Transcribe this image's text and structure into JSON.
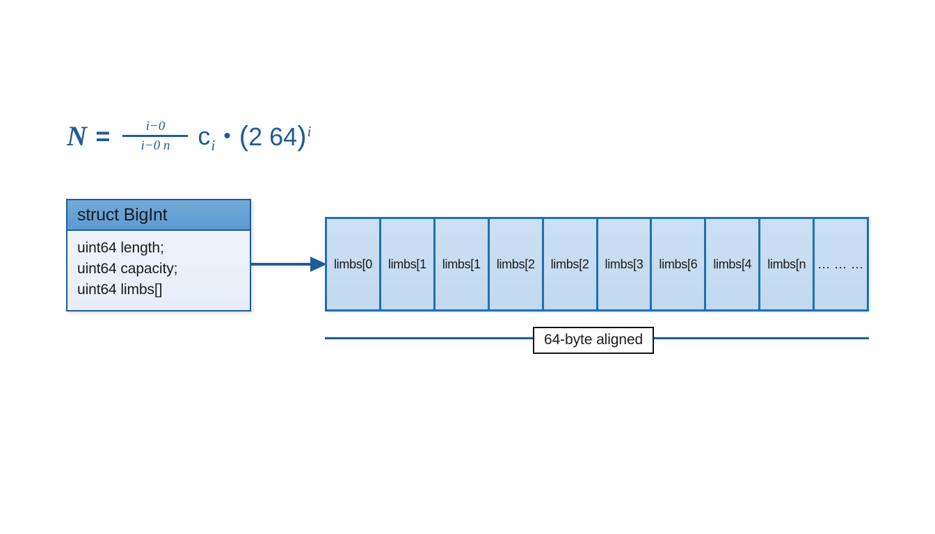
{
  "diagram": {
    "background_color": "#ffffff",
    "accent_color": "#1f5c96",
    "cell_fill_color": "#c5dcf0",
    "cell_border_color": "#1f6fb4",
    "header_fill_color": "#5c9bd1",
    "body_fill_color": "#eaf0f8"
  },
  "formula": {
    "lhs": "N",
    "equals": "=",
    "sum_top": "i−0",
    "sum_bottom": "i−0 n",
    "coefficient": "c",
    "coefficient_sub": "i",
    "operator": "•",
    "base_open": "(",
    "base": "2 64",
    "base_close": ")",
    "exponent": "i"
  },
  "struct": {
    "title": "struct BigInt",
    "fields": [
      "uint64 length;",
      "uint64 capacity;",
      "uint64 limbs[]"
    ]
  },
  "array": {
    "cells": [
      "limbs[0",
      "limbs[1",
      "limbs[1",
      "limbs[2",
      "limbs[2",
      "limbs[3",
      "limbs[6",
      "limbs[4",
      "limbs[n",
      "... ... ..."
    ]
  },
  "alignment": {
    "label": "64-byte aligned"
  }
}
